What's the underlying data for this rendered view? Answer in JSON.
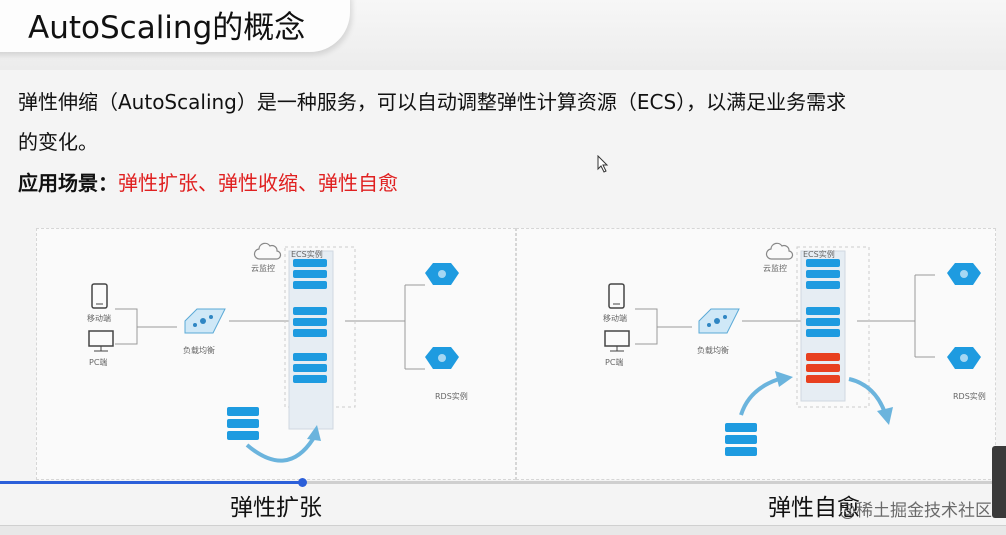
{
  "slide": {
    "title": "AutoScaling的概念",
    "description_line1": "弹性伸缩（AutoScaling）是一种服务，可以自动调整弹性计算资源（ECS），以满足业务需求",
    "description_line2": "的变化。",
    "scenario_label": "应用场景：",
    "scenario_value": "弹性扩张、弹性收缩、弹性自愈"
  },
  "diagram_labels": {
    "mobile": "移动端",
    "pc": "PC端",
    "load_balancer": "负载均衡",
    "cloud_monitor": "云监控",
    "ecs": "ECS实例",
    "rds": "RDS实例"
  },
  "captions": {
    "left": "弹性扩张",
    "right": "弹性自愈"
  },
  "player": {
    "progress": 0.3
  },
  "watermark": "@稀土掘金技术社区",
  "colors": {
    "server_blue": "#1e9be0",
    "server_red": "#e8401f",
    "highlight_red": "#e02020",
    "progress_blue": "#2b5fd9"
  }
}
